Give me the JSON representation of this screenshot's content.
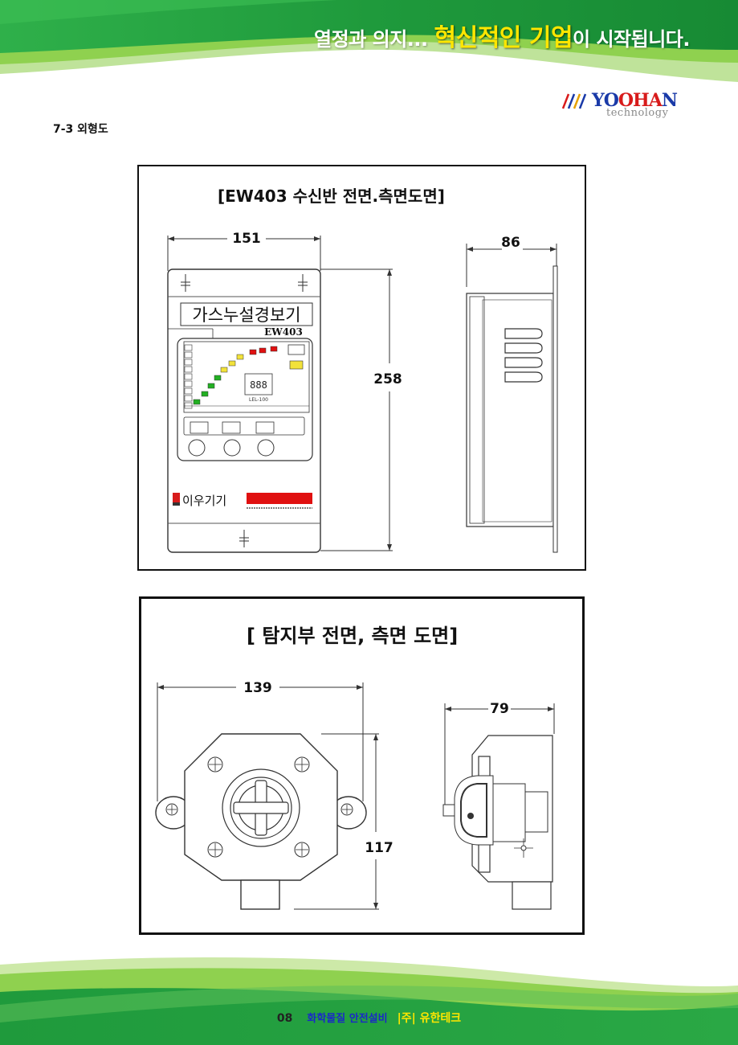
{
  "header": {
    "slogan_pre": "열정과 의지... ",
    "slogan_highlight": "혁신적인 기업",
    "slogan_post": "이 시작됩니다."
  },
  "logo": {
    "word_a": "YO",
    "word_b": "OHA",
    "word_c": "N",
    "sub": "technology"
  },
  "section": {
    "title": "7-3 외형도"
  },
  "panel1": {
    "title": "[EW403 수신반 전면.측면도면]",
    "dim_width": "151",
    "dim_height": "258",
    "dim_depth": "86",
    "device_name": "가스누설경보기",
    "model": "EW403",
    "lel_label": "LEL-100",
    "led_digits": "888",
    "brand": "이우기기"
  },
  "panel2": {
    "title": "[ 탐지부 전면, 측면 도면]",
    "dim_width": "139",
    "dim_height": "117",
    "dim_depth": "79"
  },
  "footer": {
    "page": "08",
    "doc_name": "화학물질 안전설비",
    "company": "|주| 유한테크"
  },
  "colors": {
    "header_green": "#1e9a3a",
    "light_green": "#8fd14f",
    "highlight_yellow": "#ffe600",
    "footer_blue": "#1a28c8",
    "led_red": "#e01010",
    "led_green": "#22b022",
    "led_yellow": "#f2e23a"
  }
}
